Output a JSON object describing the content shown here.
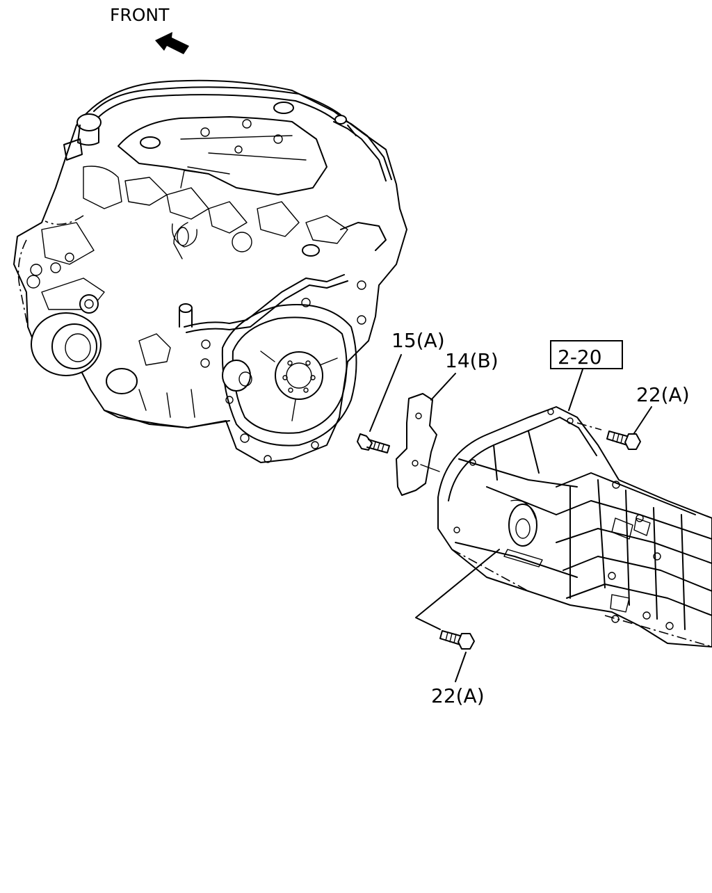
{
  "direction": {
    "label": "FRONT"
  },
  "callouts": {
    "bolt_15": "15(A)",
    "plate_14": "14(B)",
    "ref_box": "2-20",
    "bolt_22_upper": "22(A)",
    "bolt_22_lower": "22(A)"
  },
  "icons": {
    "direction_arrow": "arrow-up-left-icon"
  }
}
